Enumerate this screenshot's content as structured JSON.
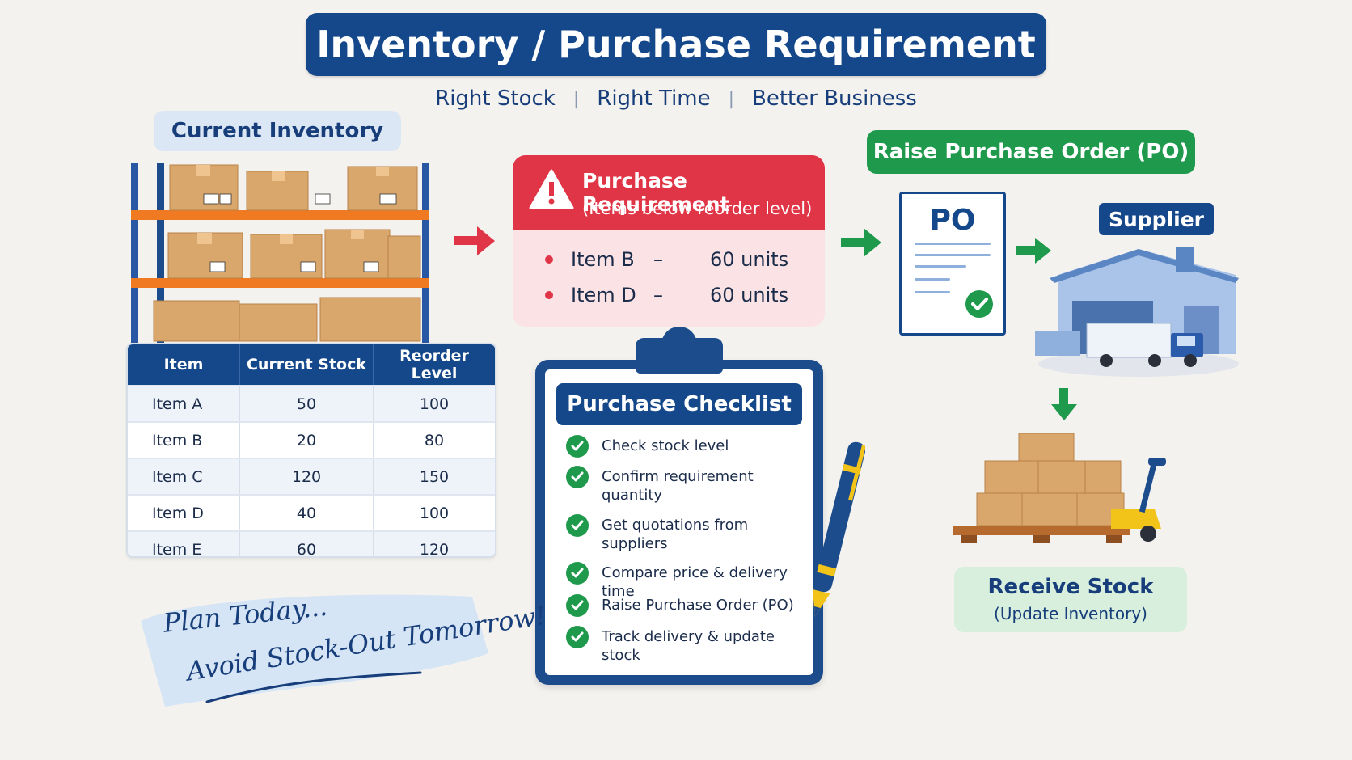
{
  "title": "Inventory / Purchase Requirement",
  "tagline": [
    "Right Stock",
    "Right Time",
    "Better Business"
  ],
  "current_inventory": {
    "label": "Current Inventory",
    "table": {
      "headers": [
        "Item",
        "Current Stock",
        "Reorder Level"
      ],
      "rows": [
        [
          "Item A",
          "50",
          "100"
        ],
        [
          "Item B",
          "20",
          "80"
        ],
        [
          "Item C",
          "120",
          "150"
        ],
        [
          "Item D",
          "40",
          "100"
        ],
        [
          "Item E",
          "60",
          "120"
        ]
      ]
    }
  },
  "purchase_requirement": {
    "title": "Purchase Requirement",
    "subtitle": "(Items below reorder level)",
    "items": [
      {
        "name": "Item B",
        "dash": "–",
        "qty": "60 units"
      },
      {
        "name": "Item D",
        "dash": "–",
        "qty": "60 units"
      }
    ]
  },
  "checklist": {
    "title": "Purchase Checklist",
    "items": [
      "Check stock level",
      "Confirm requirement quantity",
      "Get quotations from suppliers",
      "Compare price & delivery time",
      "Raise Purchase Order (PO)",
      "Track delivery & update stock"
    ]
  },
  "purchase_order": {
    "banner": "Raise Purchase Order (PO)",
    "doc_label": "PO"
  },
  "supplier": {
    "label": "Supplier"
  },
  "receive": {
    "title": "Receive Stock",
    "subtitle": "(Update Inventory)"
  },
  "slogan": {
    "line1": "Plan Today...",
    "line2": "Avoid Stock-Out Tomorrow!"
  },
  "colors": {
    "navy": "#15488a",
    "red": "#e03546",
    "green": "#1f9a4c",
    "cardboard": "#d9a66b",
    "orange_shelf": "#f07a22"
  },
  "icons": [
    "warning-icon",
    "check-icon",
    "arrow-right-icon",
    "arrow-down-icon",
    "warehouse-icon",
    "truck-icon",
    "pen-icon",
    "pallet-jack-icon"
  ]
}
